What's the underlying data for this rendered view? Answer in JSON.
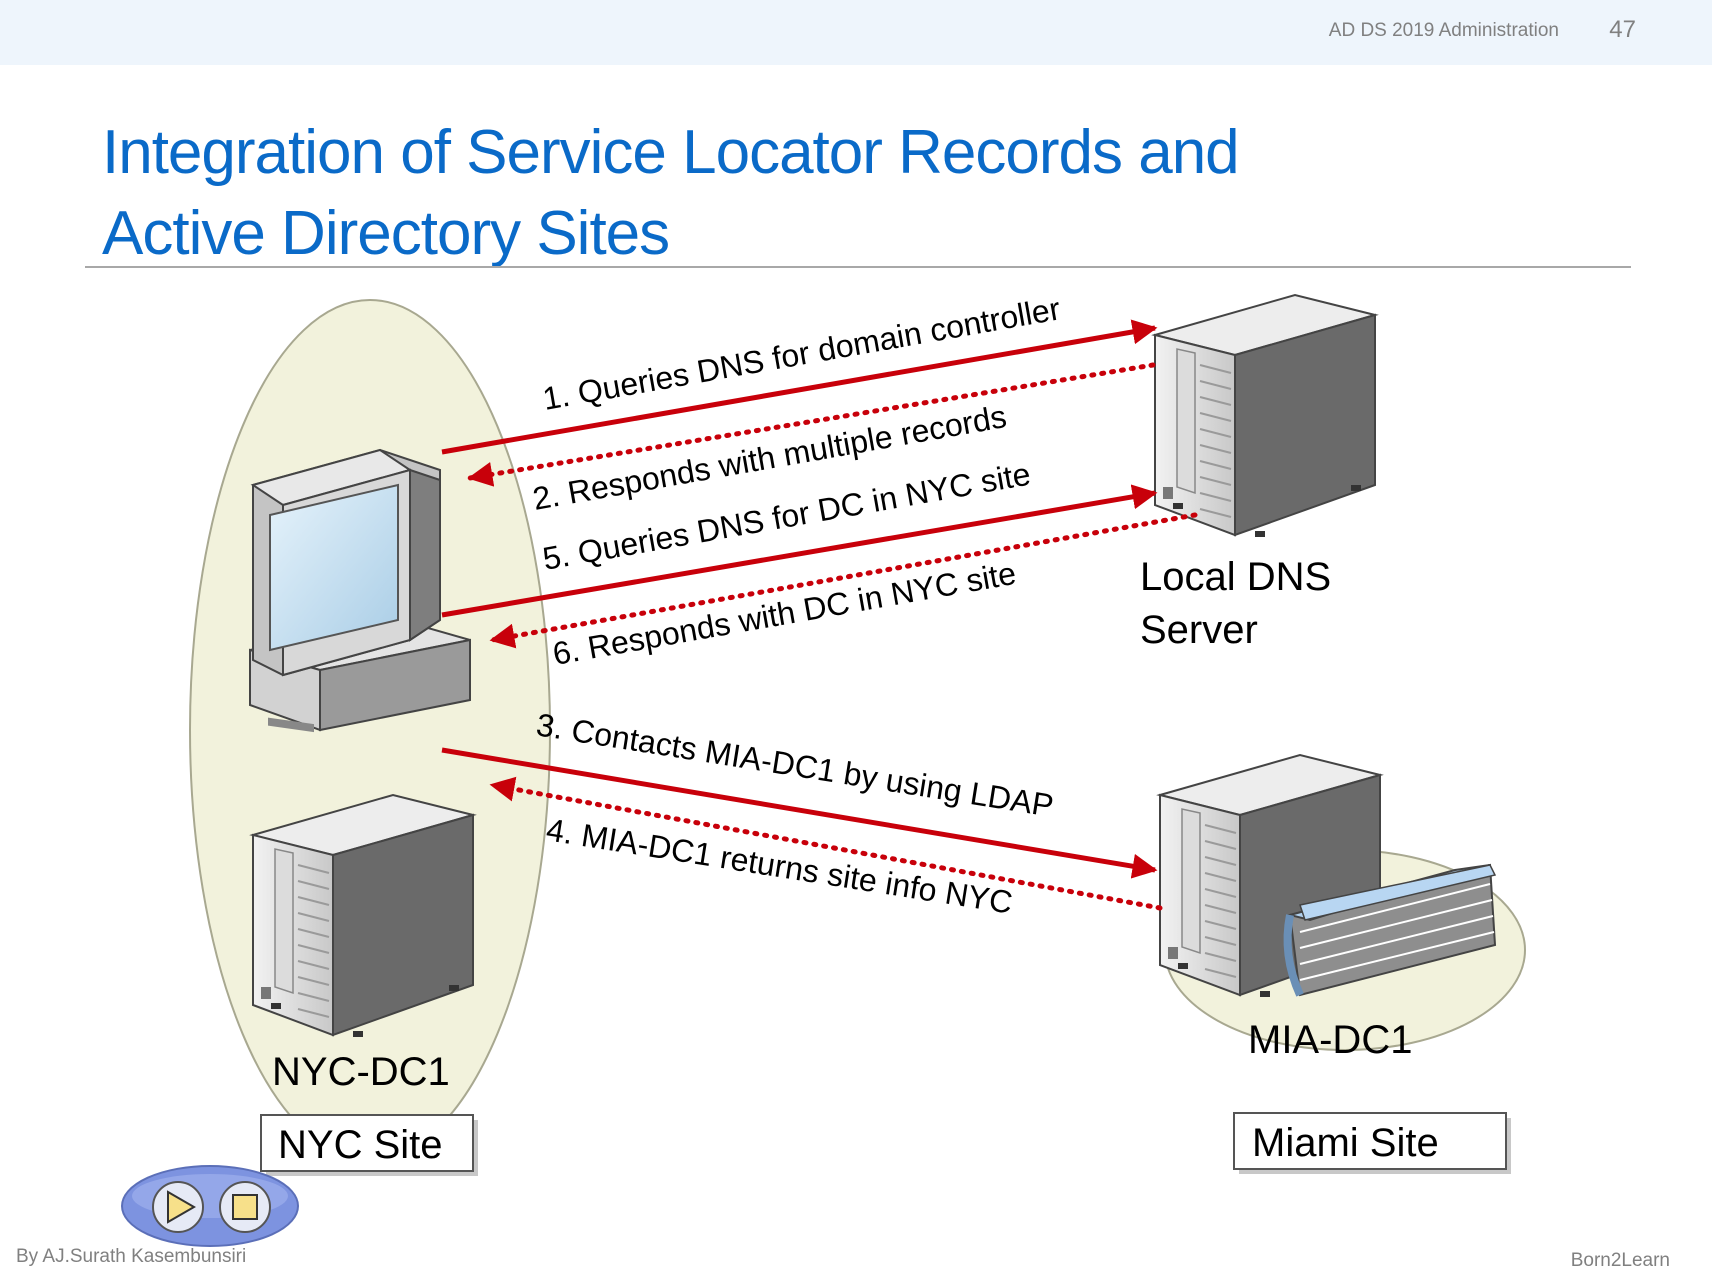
{
  "header": {
    "course": "AD DS 2019 Administration",
    "page_number": "47"
  },
  "title": {
    "line1": "Integration of Service Locator Records and",
    "line2": "Active Directory Sites"
  },
  "diagram": {
    "arrows": {
      "a1": "1. Queries DNS for domain controller",
      "a2": "2. Responds with multiple records",
      "a3": "3. Contacts MIA-DC1 by using LDAP",
      "a4": "4. MIA-DC1 returns site info NYC",
      "a5": "5. Queries DNS for DC in NYC site",
      "a6": "6. Responds with DC in NYC site"
    },
    "labels": {
      "dns_line1": "Local DNS",
      "dns_line2": "Server",
      "nyc_dc": "NYC-DC1",
      "mia_dc": "MIA-DC1",
      "nyc_site": "NYC Site",
      "miami_site": "Miami Site"
    },
    "colors": {
      "arrow": "#c8000a",
      "site_fill": "#f2f2dc",
      "title": "#0a6ac8"
    }
  },
  "footer": {
    "author": "By AJ.Surath Kasembunsiri",
    "brand": "Born2Learn"
  }
}
